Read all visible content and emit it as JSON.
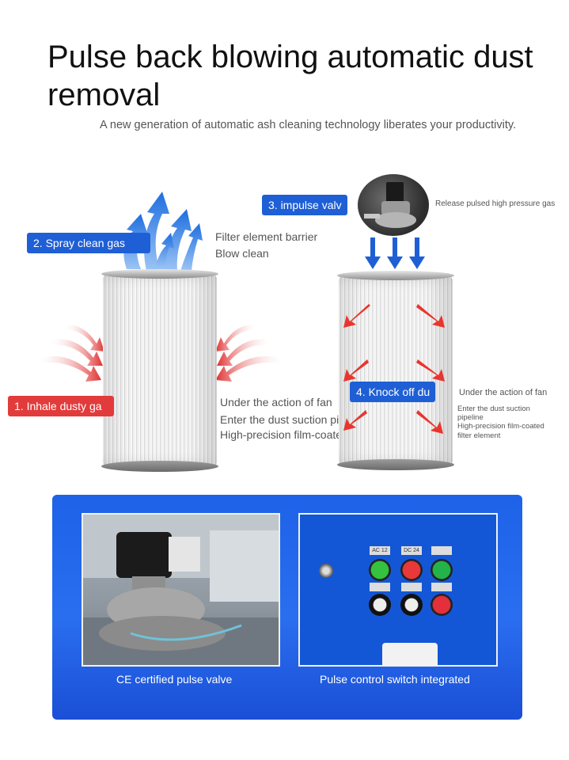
{
  "header": {
    "title": "Pulse back blowing automatic dust removal",
    "subtitle": "A new generation of automatic ash cleaning technology liberates your productivity."
  },
  "left_diagram": {
    "step1": "1. Inhale dusty ga",
    "step2": "2. Spray clean gas",
    "barrier_line1": "Filter element barrier",
    "barrier_line2": "Blow clean",
    "fan_line1": "Under the action of fan",
    "fan_line2": "Enter the dust suction pipeline",
    "fan_line3": "High-precision film-coated filter element"
  },
  "right_diagram": {
    "step3": "3. impulse valv",
    "step4": "4. Knock off du",
    "release_note": "Release pulsed high pressure gas",
    "fan_line1": "Under the action of fan",
    "fan_line2a": "Enter the dust suction",
    "fan_line2b": "pipeline",
    "fan_line3a": "High-precision film-coated",
    "fan_line3b": "filter element"
  },
  "panel": {
    "left_caption": "CE certified pulse valve",
    "right_caption": "Pulse control switch integrated",
    "plates": [
      "AC 12",
      "DC 24",
      "",
      "",
      "",
      ""
    ]
  },
  "colors": {
    "blue_tag": "#1f5fd6",
    "red_tag": "#e23b3b",
    "panel_blue": "#1d62e8"
  }
}
